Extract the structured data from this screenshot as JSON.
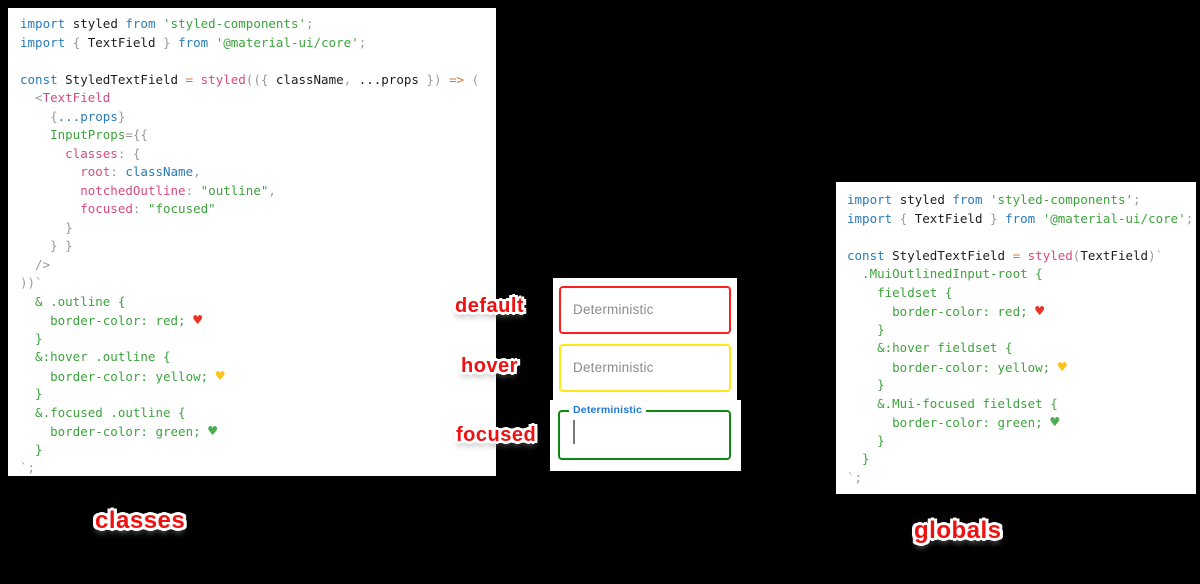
{
  "canvas": {
    "background": "#000000"
  },
  "colors": {
    "syntax_keyword_blue": "#2b7bb9",
    "syntax_green": "#3da33d",
    "syntax_pink": "#d84a7f",
    "syntax_orange": "#c9793d",
    "syntax_grey": "#9a9a9a",
    "syntax_text": "#1d1d1d",
    "annotation_red": "#ee1111",
    "field_border_red": "#ff1f1f",
    "field_border_yellow": "#ffe81a",
    "field_border_green": "#0e8a0e",
    "focused_label_blue": "#1e78dd",
    "placeholder_grey": "#8c8c8c",
    "heart_red": "#ea3323",
    "heart_yellow": "#fcc21b",
    "heart_green": "#4bae4f"
  },
  "left_code": {
    "name": "classes-example",
    "lines": [
      [
        [
          "k",
          "import "
        ],
        [
          "t",
          "styled "
        ],
        [
          "k",
          "from "
        ],
        [
          "s",
          "'styled-components'"
        ],
        [
          "u",
          ";"
        ]
      ],
      [
        [
          "k",
          "import "
        ],
        [
          "u",
          "{ "
        ],
        [
          "t",
          "TextField "
        ],
        [
          "u",
          "} "
        ],
        [
          "k",
          "from "
        ],
        [
          "s",
          "'@material-ui/core'"
        ],
        [
          "u",
          ";"
        ]
      ],
      [],
      [
        [
          "k",
          "const "
        ],
        [
          "t",
          "StyledTextField "
        ],
        [
          "o",
          "= "
        ],
        [
          "p",
          "styled"
        ],
        [
          "u",
          "(({ "
        ],
        [
          "t",
          "className"
        ],
        [
          "u",
          ", "
        ],
        [
          "t",
          "...props "
        ],
        [
          "u",
          "}) "
        ],
        [
          "o",
          "=> "
        ],
        [
          "u",
          "("
        ]
      ],
      [
        [
          "u",
          "  <"
        ],
        [
          "p",
          "TextField"
        ]
      ],
      [
        [
          "u",
          "    {"
        ],
        [
          "k",
          "...props"
        ],
        [
          "u",
          "}"
        ]
      ],
      [
        [
          "g",
          "    InputProps"
        ],
        [
          "u",
          "={{"
        ]
      ],
      [
        [
          "p",
          "      classes"
        ],
        [
          "u",
          ": {"
        ]
      ],
      [
        [
          "p",
          "        root"
        ],
        [
          "u",
          ": "
        ],
        [
          "k",
          "className"
        ],
        [
          "u",
          ","
        ]
      ],
      [
        [
          "p",
          "        notchedOutline"
        ],
        [
          "u",
          ": "
        ],
        [
          "s",
          "\"outline\""
        ],
        [
          "u",
          ","
        ]
      ],
      [
        [
          "p",
          "        focused"
        ],
        [
          "u",
          ": "
        ],
        [
          "s",
          "\"focused\""
        ]
      ],
      [
        [
          "u",
          "      }"
        ]
      ],
      [
        [
          "u",
          "    } }"
        ]
      ],
      [
        [
          "u",
          "  />"
        ]
      ],
      [
        [
          "u",
          "))`"
        ]
      ],
      [
        [
          "g",
          "  & .outline {"
        ]
      ],
      [
        [
          "g",
          "    border-color: red; "
        ],
        [
          "hr",
          "♥"
        ]
      ],
      [
        [
          "g",
          "  }"
        ]
      ],
      [
        [
          "g",
          "  &:hover .outline {"
        ]
      ],
      [
        [
          "g",
          "    border-color: yellow; "
        ],
        [
          "hy",
          "♥"
        ]
      ],
      [
        [
          "g",
          "  }"
        ]
      ],
      [
        [
          "g",
          "  &.focused .outline {"
        ]
      ],
      [
        [
          "g",
          "    border-color: green; "
        ],
        [
          "hg",
          "♥"
        ]
      ],
      [
        [
          "g",
          "  }"
        ]
      ],
      [
        [
          "u",
          "`;"
        ]
      ]
    ]
  },
  "right_code": {
    "name": "globals-example",
    "lines": [
      [
        [
          "k",
          "import "
        ],
        [
          "t",
          "styled "
        ],
        [
          "k",
          "from "
        ],
        [
          "s",
          "'styled-components'"
        ],
        [
          "u",
          ";"
        ]
      ],
      [
        [
          "k",
          "import "
        ],
        [
          "u",
          "{ "
        ],
        [
          "t",
          "TextField "
        ],
        [
          "u",
          "} "
        ],
        [
          "k",
          "from "
        ],
        [
          "s",
          "'@material-ui/core'"
        ],
        [
          "u",
          ";"
        ]
      ],
      [],
      [
        [
          "k",
          "const "
        ],
        [
          "t",
          "StyledTextField "
        ],
        [
          "o",
          "= "
        ],
        [
          "p",
          "styled"
        ],
        [
          "u",
          "("
        ],
        [
          "t",
          "TextField"
        ],
        [
          "u",
          ")`"
        ]
      ],
      [
        [
          "g",
          "  .MuiOutlinedInput-root {"
        ]
      ],
      [
        [
          "g",
          "    fieldset {"
        ]
      ],
      [
        [
          "g",
          "      border-color: red; "
        ],
        [
          "hr",
          "♥"
        ]
      ],
      [
        [
          "g",
          "    }"
        ]
      ],
      [
        [
          "g",
          "    &:hover fieldset {"
        ]
      ],
      [
        [
          "g",
          "      border-color: yellow; "
        ],
        [
          "hy",
          "♥"
        ]
      ],
      [
        [
          "g",
          "    }"
        ]
      ],
      [
        [
          "g",
          "    &.Mui-focused fieldset {"
        ]
      ],
      [
        [
          "g",
          "      border-color: green; "
        ],
        [
          "hg",
          "♥"
        ]
      ],
      [
        [
          "g",
          "    }"
        ]
      ],
      [
        [
          "g",
          "  }"
        ]
      ],
      [
        [
          "u",
          "`;"
        ]
      ]
    ]
  },
  "textfield_demo": {
    "default_field": {
      "placeholder": "Deterministic",
      "border_color": "#ff1f1f"
    },
    "hover_field": {
      "placeholder": "Deterministic",
      "border_color": "#ffe81a"
    },
    "focused_field": {
      "label": "Deterministic",
      "border_color": "#0e8a0e"
    }
  },
  "annotations": {
    "default": "default",
    "hover": "hover",
    "focused": "focused",
    "classes": "classes",
    "globals": "globals"
  }
}
